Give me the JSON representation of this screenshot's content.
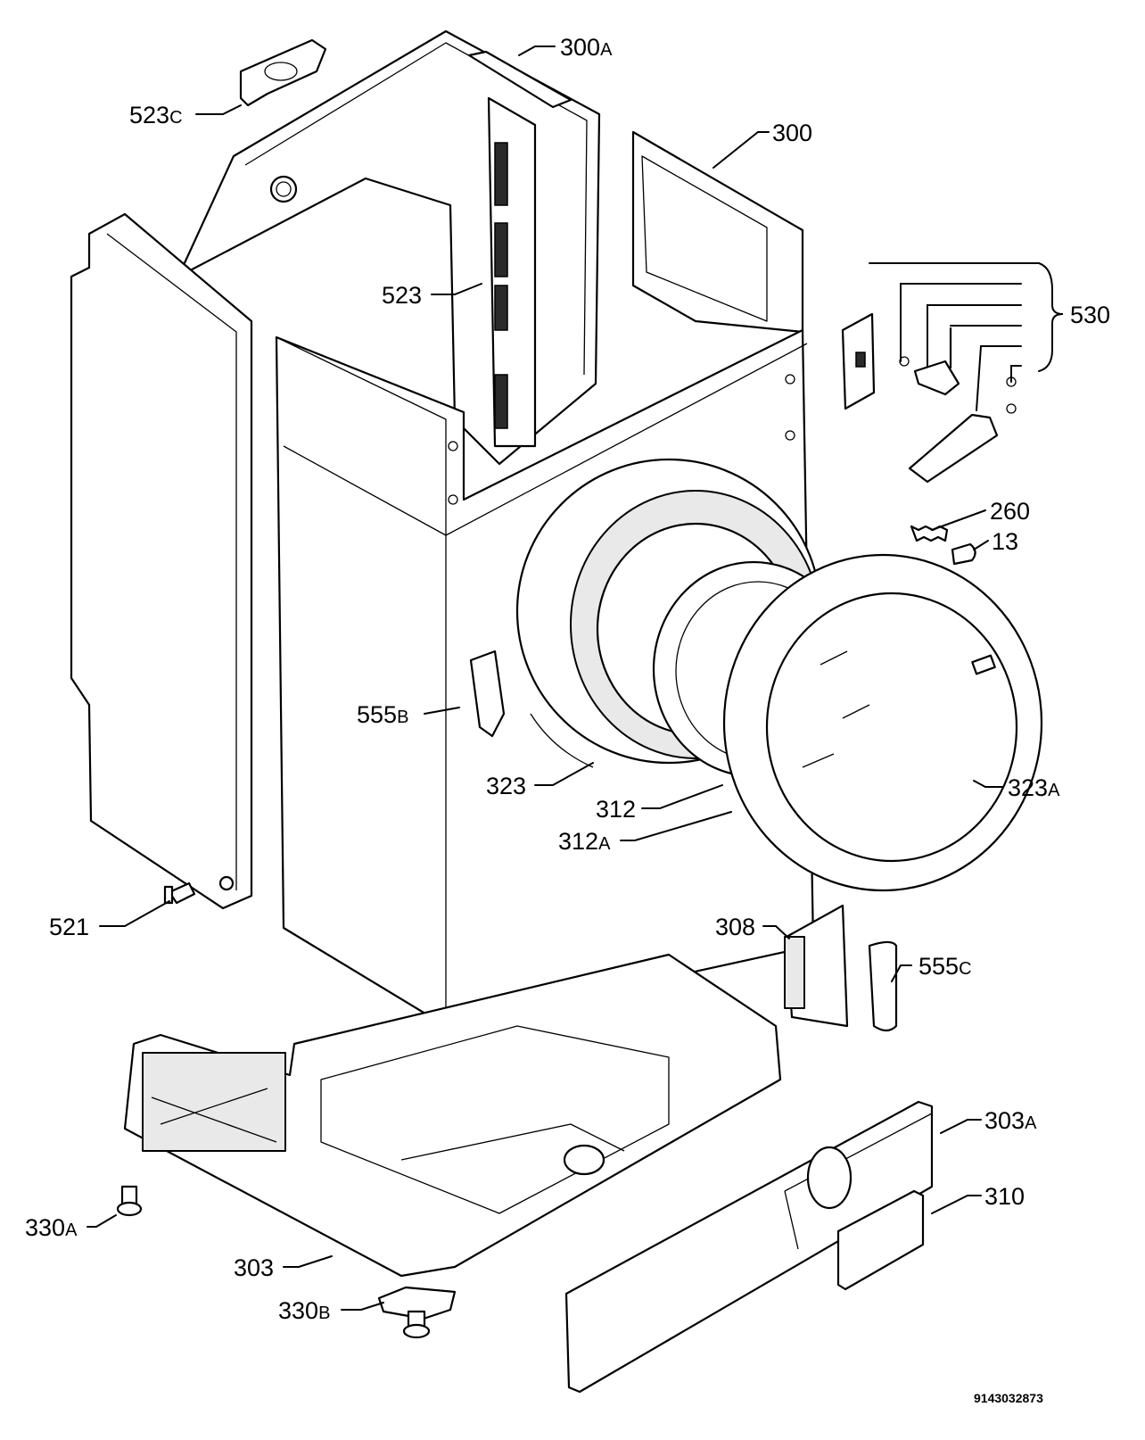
{
  "drawing_number": "9143032873",
  "callouts": {
    "c300a": {
      "num": "300",
      "suffix": "A"
    },
    "c300": {
      "num": "300",
      "suffix": ""
    },
    "c523c": {
      "num": "523",
      "suffix": "C"
    },
    "c523": {
      "num": "523",
      "suffix": ""
    },
    "c530": {
      "num": "530",
      "suffix": ""
    },
    "c260": {
      "num": "260",
      "suffix": ""
    },
    "c13": {
      "num": "13",
      "suffix": ""
    },
    "c555b": {
      "num": "555",
      "suffix": "B"
    },
    "c323": {
      "num": "323",
      "suffix": ""
    },
    "c312": {
      "num": "312",
      "suffix": ""
    },
    "c312a": {
      "num": "312",
      "suffix": "A"
    },
    "c323a": {
      "num": "323",
      "suffix": "A"
    },
    "c521": {
      "num": "521",
      "suffix": ""
    },
    "c308": {
      "num": "308",
      "suffix": ""
    },
    "c555c": {
      "num": "555",
      "suffix": "C"
    },
    "c303a": {
      "num": "303",
      "suffix": "A"
    },
    "c310": {
      "num": "310",
      "suffix": ""
    },
    "c330a": {
      "num": "330",
      "suffix": "A"
    },
    "c303": {
      "num": "303",
      "suffix": ""
    },
    "c330b": {
      "num": "330",
      "suffix": "B"
    }
  }
}
